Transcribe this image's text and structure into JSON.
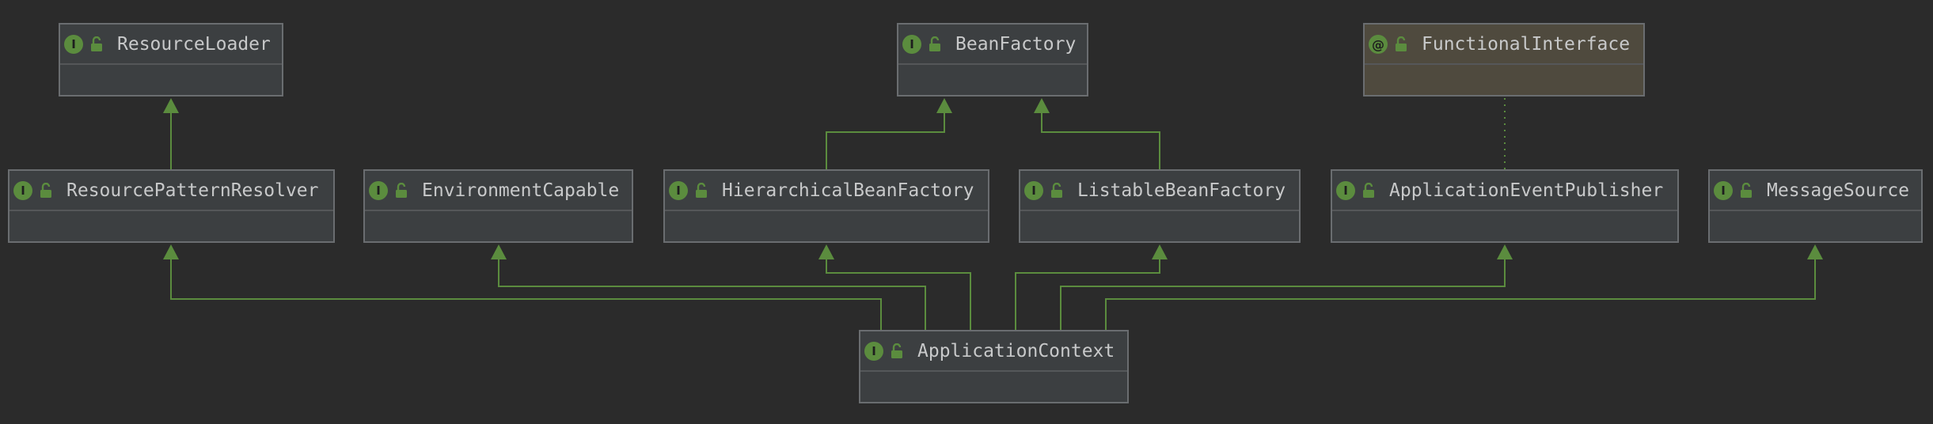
{
  "diagram": {
    "kind": "uml-class-diagram",
    "colors": {
      "background": "#2b2b2b",
      "node_fill": "#3c3f41",
      "annotation_fill": "#4f4a3e",
      "node_border": "#6a6d70",
      "edge": "#5b8c3e",
      "text": "#c8c9ca",
      "badge": "#5b8c3e"
    },
    "nodes": [
      {
        "id": "resource_loader",
        "name": "ResourceLoader",
        "badge": "I",
        "kind": "interface"
      },
      {
        "id": "bean_factory",
        "name": "BeanFactory",
        "badge": "I",
        "kind": "interface"
      },
      {
        "id": "functional_interface",
        "name": "FunctionalInterface",
        "badge": "@",
        "kind": "annotation"
      },
      {
        "id": "resource_pattern_resolver",
        "name": "ResourcePatternResolver",
        "badge": "I",
        "kind": "interface"
      },
      {
        "id": "environment_capable",
        "name": "EnvironmentCapable",
        "badge": "I",
        "kind": "interface"
      },
      {
        "id": "hierarchical_bean_factory",
        "name": "HierarchicalBeanFactory",
        "badge": "I",
        "kind": "interface"
      },
      {
        "id": "listable_bean_factory",
        "name": "ListableBeanFactory",
        "badge": "I",
        "kind": "interface"
      },
      {
        "id": "application_event_publisher",
        "name": "ApplicationEventPublisher",
        "badge": "I",
        "kind": "interface"
      },
      {
        "id": "message_source",
        "name": "MessageSource",
        "badge": "I",
        "kind": "interface"
      },
      {
        "id": "application_context",
        "name": "ApplicationContext",
        "badge": "I",
        "kind": "interface"
      }
    ],
    "edges": [
      {
        "from": "resource_pattern_resolver",
        "to": "resource_loader",
        "style": "extends"
      },
      {
        "from": "hierarchical_bean_factory",
        "to": "bean_factory",
        "style": "extends"
      },
      {
        "from": "listable_bean_factory",
        "to": "bean_factory",
        "style": "extends"
      },
      {
        "from": "application_event_publisher",
        "to": "functional_interface",
        "style": "annotated"
      },
      {
        "from": "application_context",
        "to": "resource_pattern_resolver",
        "style": "extends"
      },
      {
        "from": "application_context",
        "to": "environment_capable",
        "style": "extends"
      },
      {
        "from": "application_context",
        "to": "hierarchical_bean_factory",
        "style": "extends"
      },
      {
        "from": "application_context",
        "to": "listable_bean_factory",
        "style": "extends"
      },
      {
        "from": "application_context",
        "to": "application_event_publisher",
        "style": "extends"
      },
      {
        "from": "application_context",
        "to": "message_source",
        "style": "extends"
      }
    ]
  }
}
